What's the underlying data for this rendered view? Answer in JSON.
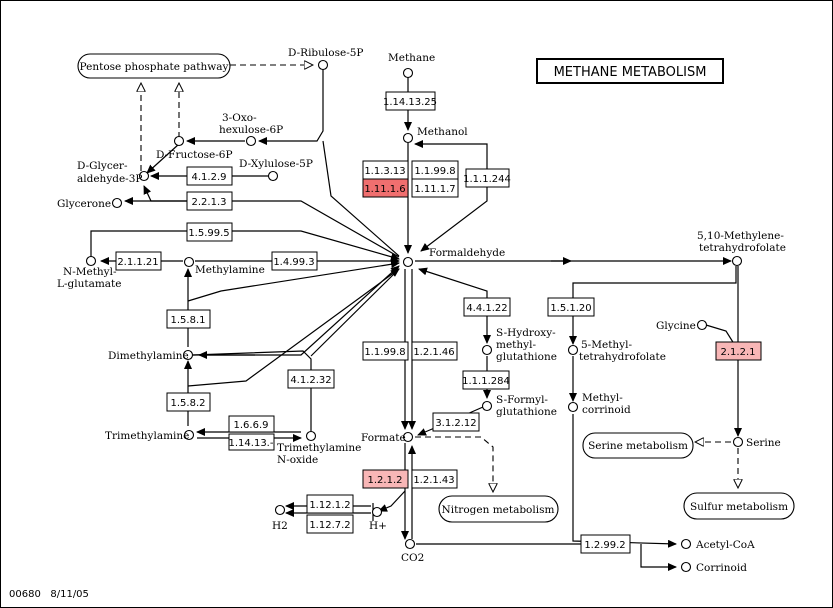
{
  "title": "METHANE METABOLISM",
  "map_id": "00680",
  "map_date": "8/11/05",
  "colors": {
    "highlight_strong": "#f06f6f",
    "highlight_light": "#f8b6b6"
  },
  "compounds": {
    "d_ribulose_5p": "D-Ribulose-5P",
    "methane": "Methane",
    "methanol": "Methanol",
    "oxo_hexulose_1": "3-Oxo-",
    "oxo_hexulose_2": "hexulose-6P",
    "d_fructose_6p": "D-Fructose-6P",
    "d_xylulose_5p": "D-Xylulose-5P",
    "d_glyceraldehyde_1": "D-Glycer-",
    "d_glyceraldehyde_2": "aldehyde-3P",
    "glycerone": "Glycerone",
    "formaldehyde": "Formaldehyde",
    "methylene_thf_1": "5,10-Methylene-",
    "methylene_thf_2": "tetrahydrofolate",
    "n_methyl_glutamate_1": "N-Methyl-",
    "n_methyl_glutamate_2": "L-glutamate",
    "methylamine": "Methylamine",
    "glycine": "Glycine",
    "hydroxymethylglutathione_1": "S-Hydroxy-",
    "hydroxymethylglutathione_2": "methyl-",
    "hydroxymethylglutathione_3": "glutathione",
    "methyl_thf_1": "5-Methyl-",
    "methyl_thf_2": "tetrahydrofolate",
    "dimethylamine": "Dimethylamine",
    "formylglutathione_1": "S-Formyl-",
    "formylglutathione_2": "glutathione",
    "methylcorrinoid_1": "Methyl-",
    "methylcorrinoid_2": "corrinoid",
    "trimethylamine": "Trimethylamine",
    "tmao_1": "Trimethylamine",
    "tmao_2": "N-oxide",
    "formate": "Formate",
    "serine": "Serine",
    "h2": "H2",
    "h_plus": "H+",
    "co2": "CO2",
    "acetyl_coa": "Acetyl-CoA",
    "corrinoid": "Corrinoid"
  },
  "pathways": {
    "pentose_phosphate": "Pentose phosphate pathway",
    "serine_metabolism": "Serine metabolism",
    "nitrogen_metabolism": "Nitrogen metabolism",
    "sulfur_metabolism": "Sulfur metabolism"
  },
  "enzymes": {
    "e1_14_13_25": "1.14.13.25",
    "e1_1_3_13": "1.1.3.13",
    "e1_1_99_8_top": "1.1.99.8",
    "e1_11_1_6": "1.11.1.6",
    "e1_11_1_7": "1.11.1.7",
    "e1_1_1_244": "1.1.1.244",
    "e4_1_2_9": "4.1.2.9",
    "e2_2_1_3": "2.2.1.3",
    "e1_5_99_5": "1.5.99.5",
    "e2_1_1_21": "2.1.1.21",
    "e1_4_99_3": "1.4.99.3",
    "e1_5_8_1": "1.5.8.1",
    "e4_4_1_22": "4.4.1.22",
    "e1_5_1_20": "1.5.1.20",
    "e2_1_2_1": "2.1.2.1",
    "e1_1_99_8_mid": "1.1.99.8",
    "e1_2_1_46": "1.2.1.46",
    "e4_1_2_32": "4.1.2.32",
    "e1_1_1_284": "1.1.1.284",
    "e1_5_8_2": "1.5.8.2",
    "e3_1_2_12": "3.1.2.12",
    "e1_6_6_9": "1.6.6.9",
    "e1_14_13_x": "1.14.13.-",
    "e1_2_1_2_a": "1.2.1.2",
    "e1_2_1_43": "1.2.1.43",
    "e1_12_1_2": "1.12.1.2",
    "e1_12_7_2": "1.12.7.2",
    "e1_2_99_2": "1.2.99.2"
  }
}
